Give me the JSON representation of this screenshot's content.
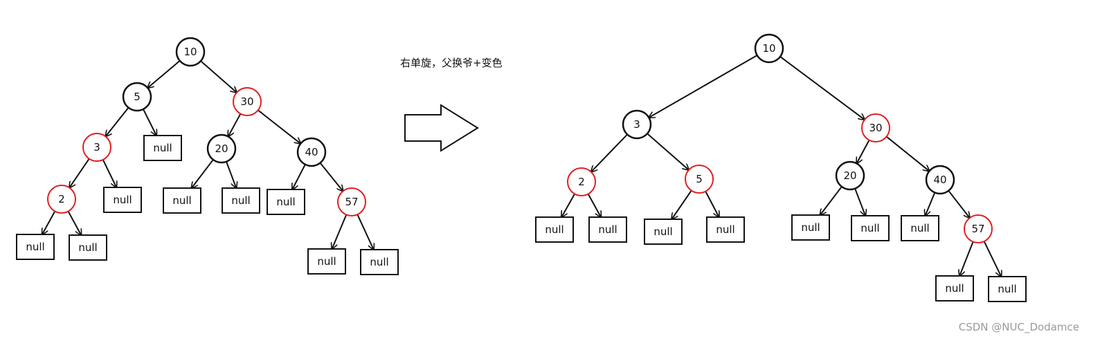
{
  "caption": "右单旋，父换爷+变色",
  "watermark": "CSDN @NUC_Dodamce",
  "colors": {
    "red": "#e02020",
    "black": "#111111",
    "line": "#111111"
  },
  "diagrams": [
    {
      "name": "before",
      "nodes": [
        {
          "id": "n10",
          "label": "10",
          "kind": "circle",
          "color": "black"
        },
        {
          "id": "n5",
          "label": "5",
          "kind": "circle",
          "color": "black"
        },
        {
          "id": "n30",
          "label": "30",
          "kind": "circle",
          "color": "red"
        },
        {
          "id": "n3",
          "label": "3",
          "kind": "circle",
          "color": "red"
        },
        {
          "id": "n20",
          "label": "20",
          "kind": "circle",
          "color": "black"
        },
        {
          "id": "n40",
          "label": "40",
          "kind": "circle",
          "color": "black"
        },
        {
          "id": "n2",
          "label": "2",
          "kind": "circle",
          "color": "red"
        },
        {
          "id": "n57",
          "label": "57",
          "kind": "circle",
          "color": "red"
        },
        {
          "id": "b5",
          "label": "null",
          "kind": "box"
        },
        {
          "id": "b3",
          "label": "null",
          "kind": "box"
        },
        {
          "id": "b20l",
          "label": "null",
          "kind": "box"
        },
        {
          "id": "b20r",
          "label": "null",
          "kind": "box"
        },
        {
          "id": "b40",
          "label": "null",
          "kind": "box"
        },
        {
          "id": "b2l",
          "label": "null",
          "kind": "box"
        },
        {
          "id": "b2r",
          "label": "null",
          "kind": "box"
        },
        {
          "id": "b57l",
          "label": "null",
          "kind": "box"
        },
        {
          "id": "b57r",
          "label": "null",
          "kind": "box"
        }
      ],
      "edges": [
        [
          "n10",
          "n5"
        ],
        [
          "n10",
          "n30"
        ],
        [
          "n5",
          "n3"
        ],
        [
          "n5",
          "b5"
        ],
        [
          "n30",
          "n20"
        ],
        [
          "n30",
          "n40"
        ],
        [
          "n3",
          "n2"
        ],
        [
          "n3",
          "b3"
        ],
        [
          "n20",
          "b20l"
        ],
        [
          "n20",
          "b20r"
        ],
        [
          "n40",
          "b40"
        ],
        [
          "n40",
          "n57"
        ],
        [
          "n2",
          "b2l"
        ],
        [
          "n2",
          "b2r"
        ],
        [
          "n57",
          "b57l"
        ],
        [
          "n57",
          "b57r"
        ]
      ]
    },
    {
      "name": "after",
      "nodes": [
        {
          "id": "m10",
          "label": "10",
          "kind": "circle",
          "color": "black"
        },
        {
          "id": "m3",
          "label": "3",
          "kind": "circle",
          "color": "black"
        },
        {
          "id": "m30",
          "label": "30",
          "kind": "circle",
          "color": "red"
        },
        {
          "id": "m2",
          "label": "2",
          "kind": "circle",
          "color": "red"
        },
        {
          "id": "m5",
          "label": "5",
          "kind": "circle",
          "color": "red"
        },
        {
          "id": "m20",
          "label": "20",
          "kind": "circle",
          "color": "black"
        },
        {
          "id": "m40",
          "label": "40",
          "kind": "circle",
          "color": "black"
        },
        {
          "id": "m57",
          "label": "57",
          "kind": "circle",
          "color": "red"
        },
        {
          "id": "c2l",
          "label": "null",
          "kind": "box"
        },
        {
          "id": "c2r",
          "label": "null",
          "kind": "box"
        },
        {
          "id": "c5l",
          "label": "null",
          "kind": "box"
        },
        {
          "id": "c5r",
          "label": "null",
          "kind": "box"
        },
        {
          "id": "c20l",
          "label": "null",
          "kind": "box"
        },
        {
          "id": "c20r",
          "label": "null",
          "kind": "box"
        },
        {
          "id": "c40",
          "label": "null",
          "kind": "box"
        },
        {
          "id": "c57l",
          "label": "null",
          "kind": "box"
        },
        {
          "id": "c57r",
          "label": "null",
          "kind": "box"
        }
      ],
      "edges": [
        [
          "m10",
          "m3"
        ],
        [
          "m10",
          "m30"
        ],
        [
          "m3",
          "m2"
        ],
        [
          "m3",
          "m5"
        ],
        [
          "m30",
          "m20"
        ],
        [
          "m30",
          "m40"
        ],
        [
          "m2",
          "c2l"
        ],
        [
          "m2",
          "c2r"
        ],
        [
          "m5",
          "c5l"
        ],
        [
          "m5",
          "c5r"
        ],
        [
          "m20",
          "c20l"
        ],
        [
          "m20",
          "c20r"
        ],
        [
          "m40",
          "c40"
        ],
        [
          "m40",
          "m57"
        ],
        [
          "m57",
          "c57l"
        ],
        [
          "m57",
          "c57r"
        ]
      ]
    }
  ]
}
